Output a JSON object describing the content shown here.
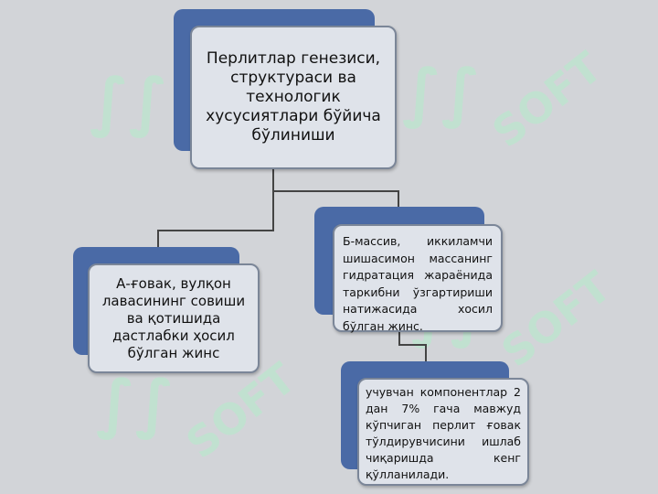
{
  "watermark": {
    "brand": "SOFT",
    "mark": "∫∫"
  },
  "nodes": {
    "root": "Перлитлар генезиси, структураси ва технологик хусусиятлари бўйича бўлиниши",
    "left": "А-ғовак, вулқон лавасининг совиши ва қотишида дастлабки ҳосил бўлган жинс",
    "right": "Б-массив, иккиламчи шишасимон массанинг гидратация жараёнида таркибни ўзгартириши натижасида хосил бўлган жинс.",
    "bottom": "учувчан компонентлар 2 дан 7% гача мавжуд кўпчиган перлит ғовак тўлдирувчисини ишлаб чиқаришда кенг қўлланилади."
  },
  "colors": {
    "background": "#d2d4d8",
    "back_card": "#4a6aa6",
    "card": "#dfe3ea",
    "watermark": "#b9e8cd"
  }
}
